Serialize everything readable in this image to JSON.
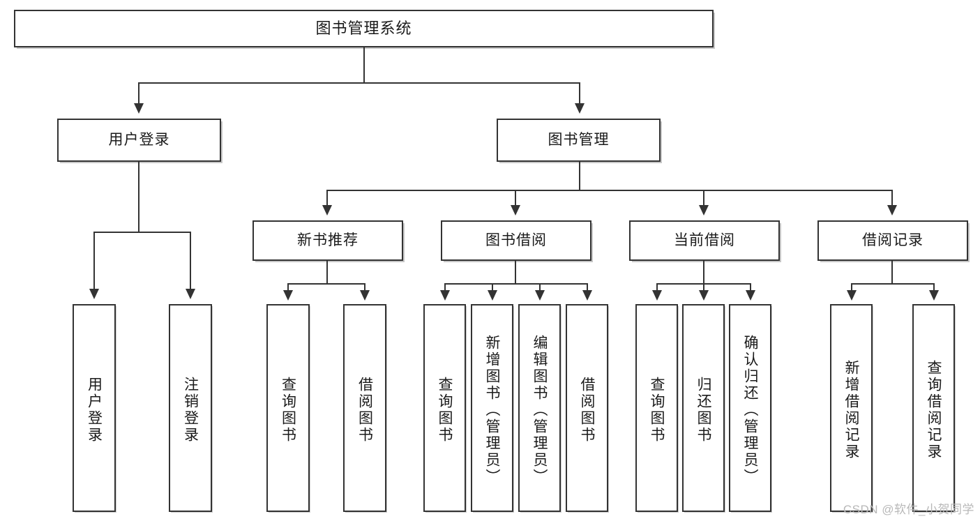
{
  "diagram": {
    "type": "tree-hierarchy-chart",
    "title": "图书管理系统",
    "watermark": "CSDN @软件_小贺同学",
    "colors": {
      "stroke": "#333333",
      "fill": "#ffffff",
      "text": "#1a1a1a",
      "watermark": "#b8b8b8"
    },
    "nodes": {
      "root": {
        "label": "图书管理系统"
      },
      "level2": [
        {
          "label": "用户登录"
        },
        {
          "label": "图书管理"
        }
      ],
      "level3": [
        {
          "label": "新书推荐"
        },
        {
          "label": "图书借阅"
        },
        {
          "label": "当前借阅"
        },
        {
          "label": "借阅记录"
        }
      ],
      "leaves": {
        "user_login": [
          {
            "label": "用户登录"
          },
          {
            "label": "注销登录"
          }
        ],
        "new_book_recommend": [
          {
            "label": "查询图书"
          },
          {
            "label": "借阅图书"
          }
        ],
        "book_borrow": [
          {
            "label": "查询图书"
          },
          {
            "label": "新增图书（管理员）"
          },
          {
            "label": "编辑图书（管理员）"
          },
          {
            "label": "借阅图书"
          }
        ],
        "current_borrow": [
          {
            "label": "查询图书"
          },
          {
            "label": "归还图书"
          },
          {
            "label": "确认归还（管理员）"
          }
        ],
        "borrow_record": [
          {
            "label": "新增借阅记录"
          },
          {
            "label": "查询借阅记录"
          }
        ]
      }
    }
  }
}
